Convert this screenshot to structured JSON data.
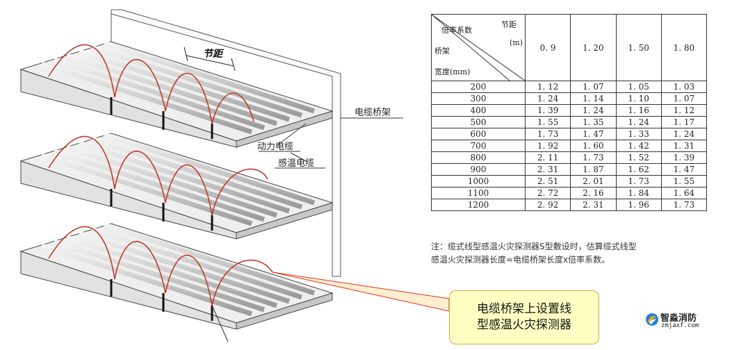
{
  "diagram": {
    "pitch_label": "节距",
    "label_tray": "电缆桥架",
    "label_power_cable": "动力电缆",
    "label_sensing_cable": "感温电缆"
  },
  "table": {
    "corner_top": "倍率系数",
    "corner_pitch": "节距",
    "corner_unit": "(m)",
    "corner_tray": "桥架",
    "corner_width": "宽度(mm)",
    "columns": [
      "0. 9",
      "1. 20",
      "1. 50",
      "1. 80"
    ],
    "rows": [
      {
        "width": "200",
        "values": [
          "1. 12",
          "1. 07",
          "1. 05",
          "1. 03"
        ]
      },
      {
        "width": "300",
        "values": [
          "1. 24",
          "1. 14",
          "1. 10",
          "1. 07"
        ]
      },
      {
        "width": "400",
        "values": [
          "1. 39",
          "1. 24",
          "1. 16",
          "1. 12"
        ]
      },
      {
        "width": "500",
        "values": [
          "1. 55",
          "1. 35",
          "1. 24",
          "1. 17"
        ]
      },
      {
        "width": "600",
        "values": [
          "1. 73",
          "1. 47",
          "1. 33",
          "1. 24"
        ]
      },
      {
        "width": "700",
        "values": [
          "1. 92",
          "1. 60",
          "1. 42",
          "1. 31"
        ]
      },
      {
        "width": "800",
        "values": [
          "2. 11",
          "1. 73",
          "1. 52",
          "1. 39"
        ]
      },
      {
        "width": "900",
        "values": [
          "2. 31",
          "1. 87",
          "1. 62",
          "1. 47"
        ]
      },
      {
        "width": "1000",
        "values": [
          "2. 51",
          "2. 01",
          "1. 73",
          "1. 55"
        ]
      },
      {
        "width": "1100",
        "values": [
          "2. 72",
          "2. 16",
          "1. 84",
          "1. 64"
        ]
      },
      {
        "width": "1200",
        "values": [
          "2. 92",
          "2. 31",
          "1. 96",
          "1. 73"
        ]
      }
    ]
  },
  "note": {
    "line1": "注：缆式线型感温火灾探测器S型敷设时，估算缆式线型",
    "line2": "感温火灾探测器长度=电缆桥架长度x倍率系数。"
  },
  "callout": {
    "line1": "电缆桥架上设置线",
    "line2": "型感温火灾探测器"
  },
  "logo": {
    "name": "智淼消防",
    "url": "zmjaxf.com"
  },
  "colors": {
    "sensing_cable": "#c0392b",
    "callout_fill": "#ffffc4",
    "callout_border": "#d4a84b",
    "leader_line": "#e03020",
    "logo_accent": "#2a7fd4"
  }
}
